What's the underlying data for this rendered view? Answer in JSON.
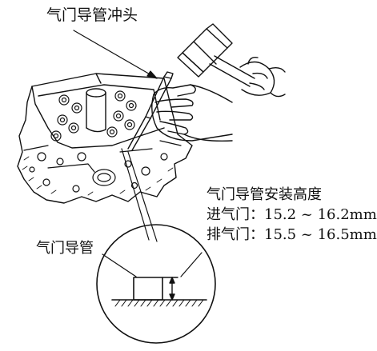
{
  "labels": {
    "punch": "气门导管冲头",
    "install_height_title": "气门导管安装高度",
    "intake": "进气门：15.2 ~ 16.2mm",
    "exhaust": "排气门：15.5 ~ 16.5mm",
    "guide": "气门导管"
  },
  "icons": {
    "hammer": "hammer-icon",
    "hand": "hand-icon",
    "cylinder_head": "cylinder-head-drawing"
  }
}
